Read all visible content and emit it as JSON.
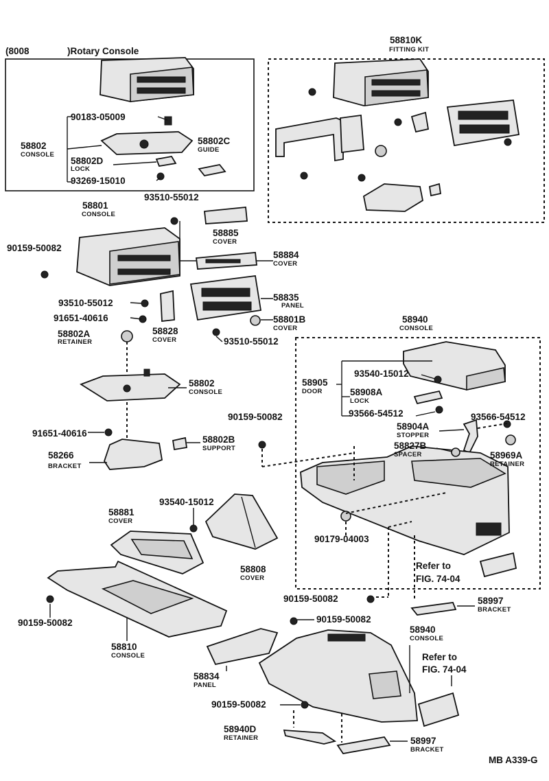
{
  "header": {
    "variant_code": "(8008",
    "variant_title": ")Rotary Console"
  },
  "footer": {
    "page_ref": "MB  A339-G"
  },
  "labels": {
    "fitting_kit_no": "58810K",
    "fitting_kit_name": "FITTING KIT",
    "p90183": "90183-05009",
    "p58802_top": "58802",
    "p58802_top_name": "CONSOLE",
    "p58802C": "58802C",
    "p58802C_name": "GUIDE",
    "p58802D": "58802D",
    "p58802D_name": "LOCK",
    "p93269": "93269-15010",
    "p58801": "58801",
    "p58801_name": "CONSOLE",
    "p93510_a": "93510-55012",
    "p58885": "58885",
    "p58885_name": "COVER",
    "p58884": "58884",
    "p58884_name": "COVER",
    "p90159_a": "90159-50082",
    "p93510_b": "93510-55012",
    "p58835": "58835",
    "p58835_name": "PANEL",
    "p91651_a": "91651-40616",
    "p58801B": "58801B",
    "p58801B_name": "COVER",
    "p58802A": "58802A",
    "p58802A_name": "RETAINER",
    "p58828": "58828",
    "p58828_name": "COVER",
    "p93510_c": "93510-55012",
    "p58940_a": "58940",
    "p58940_a_name": "CONSOLE",
    "p58802_mid": "58802",
    "p58802_mid_name": "CONSOLE",
    "p58905": "58905",
    "p58905_name": "DOOR",
    "p93540_a": "93540-15012",
    "p58908A": "58908A",
    "p58908A_name": "LOCK",
    "p93566_a": "93566-54512",
    "p93566_b": "93566-54512",
    "p90159_b": "90159-50082",
    "p91651_b": "91651-40616",
    "p58802B": "58802B",
    "p58802B_name": "SUPPORT",
    "p58904A": "58904A",
    "p58904A_name": "STOPPER",
    "p58827B": "58827B",
    "p58827B_name": "SPACER",
    "p58969A": "58969A",
    "p58969A_name": "RETAINER",
    "p58266": "58266",
    "p58266_name": "BRACKET",
    "p93540_b": "93540-15012",
    "p58881": "58881",
    "p58881_name": "COVER",
    "p90179": "90179-04003",
    "p58808": "58808",
    "p58808_name": "COVER",
    "refer_a_1": "Refer to",
    "refer_a_2": "FIG. 74-04",
    "p90159_c": "90159-50082",
    "p58997_a": "58997",
    "p58997_a_name": "BRACKET",
    "p90159_d": "90159-50082",
    "p90159_e": "90159-50082",
    "p58810": "58810",
    "p58810_name": "CONSOLE",
    "p58940_b": "58940",
    "p58940_b_name": "CONSOLE",
    "refer_b_1": "Refer to",
    "refer_b_2": "FIG. 74-04",
    "p58834": "58834",
    "p58834_name": "PANEL",
    "p90159_f": "90159-50082",
    "p58940D": "58940D",
    "p58940D_name": "RETAINER",
    "p58997_b": "58997",
    "p58997_b_name": "BRACKET"
  }
}
